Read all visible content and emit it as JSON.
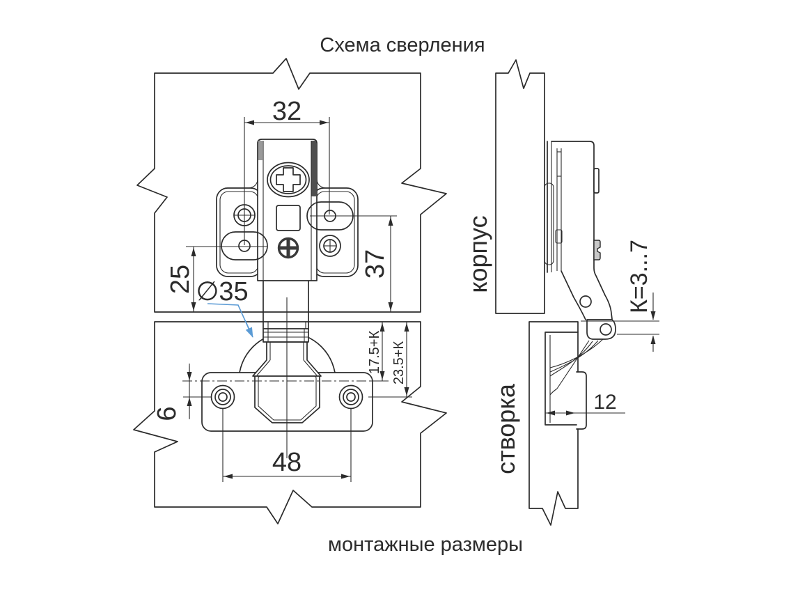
{
  "page": {
    "title": "Схема сверления",
    "footer": "монтажные размеры"
  },
  "colors": {
    "line": "#2b2b2b",
    "leader_blue": "#5b9bd5",
    "background": "#ffffff",
    "shade_dark": "#4f4f4f",
    "shade_light": "#9a9a9a"
  },
  "front_view": {
    "dims": {
      "plate_screw_spacing": "32",
      "lower_hole_to_edge": "25",
      "upper_hole_to_edge": "37",
      "cup_diameter": "∅35",
      "cup_axis_offset": "6",
      "cup_screw_spacing": "48",
      "edge_to_cup_axis": "17.5+К",
      "edge_to_screw_axis": "23.5+К"
    }
  },
  "side_view": {
    "cabinet_label": "корпус",
    "door_label": "створка",
    "dims": {
      "gap": "К=3...7",
      "cup_depth": "12"
    }
  }
}
